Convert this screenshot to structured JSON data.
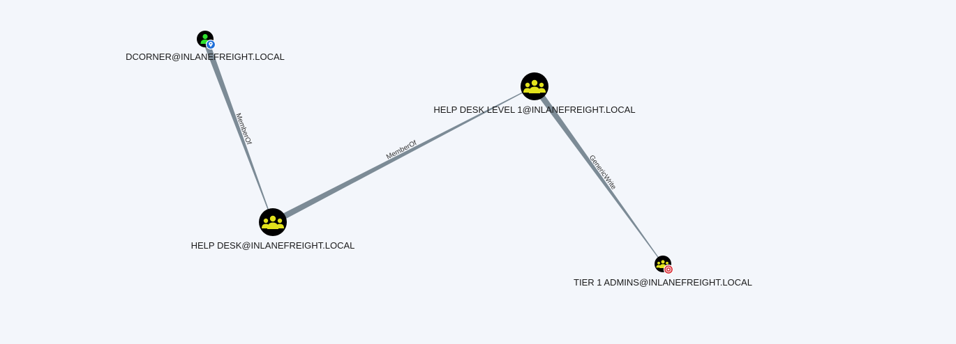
{
  "nodes": [
    {
      "id": "dcorner",
      "label": "DCORNER@INLANEFREIGHT.LOCAL",
      "kind": "user",
      "badge": "owned-pin-icon",
      "badge_color": "#1e6fd9",
      "icon_color": "#2ee02e"
    },
    {
      "id": "helpdesk1",
      "label": "HELP DESK LEVEL 1@INLANEFREIGHT.LOCAL",
      "kind": "group",
      "badge": "",
      "icon_color": "#e3e31c"
    },
    {
      "id": "helpdesk",
      "label": "HELP DESK@INLANEFREIGHT.LOCAL",
      "kind": "group",
      "badge": "",
      "icon_color": "#e3e31c"
    },
    {
      "id": "tier1",
      "label": "TIER 1 ADMINS@INLANEFREIGHT.LOCAL",
      "kind": "group",
      "badge": "target-icon",
      "badge_color": "#d9323c",
      "icon_color": "#e3e31c"
    }
  ],
  "edges": [
    {
      "id": "e1",
      "from": "dcorner",
      "to": "helpdesk",
      "label": "MemberOf"
    },
    {
      "id": "e2",
      "from": "helpdesk",
      "to": "helpdesk1",
      "label": "MemberOf"
    },
    {
      "id": "e3",
      "from": "helpdesk1",
      "to": "tier1",
      "label": "GenericWrite"
    }
  ]
}
